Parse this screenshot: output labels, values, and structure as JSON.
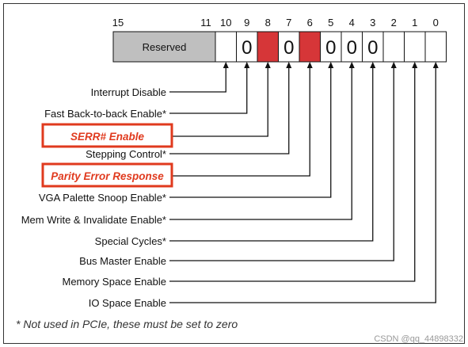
{
  "register": {
    "bit_numbers": [
      "15",
      "11",
      "10",
      "9",
      "8",
      "7",
      "6",
      "5",
      "4",
      "3",
      "2",
      "1",
      "0"
    ],
    "reserved_label": "Reserved",
    "cell_values": {
      "9": "0",
      "7": "0",
      "5": "0",
      "4": "0",
      "3": "0"
    },
    "highlight_bits": [
      8,
      6
    ],
    "highlight_color": "#d63638",
    "reserved_color": "#bfbfbf"
  },
  "fields": [
    {
      "bit": 10,
      "label": "Interrupt Disable",
      "highlight": false
    },
    {
      "bit": 9,
      "label": "Fast Back-to-back Enable*",
      "highlight": false
    },
    {
      "bit": 8,
      "label": "SERR# Enable",
      "highlight": true
    },
    {
      "bit": 7,
      "label": "Stepping Control*",
      "highlight": false
    },
    {
      "bit": 6,
      "label": "Parity Error Response",
      "highlight": true
    },
    {
      "bit": 5,
      "label": "VGA Palette Snoop Enable*",
      "highlight": false
    },
    {
      "bit": 4,
      "label": "Mem Write & Invalidate Enable*",
      "highlight": false
    },
    {
      "bit": 3,
      "label": "Special Cycles*",
      "highlight": false
    },
    {
      "bit": 2,
      "label": "Bus Master Enable",
      "highlight": false
    },
    {
      "bit": 1,
      "label": "Memory Space Enable",
      "highlight": false
    },
    {
      "bit": 0,
      "label": "IO Space Enable",
      "highlight": false
    }
  ],
  "footnote": "* Not used in PCIe, these must be set to zero",
  "watermark": "CSDN @qq_44898332",
  "colors": {
    "highlight_text": "#e03a1e",
    "highlight_box": "#e03a1e",
    "line": "#111111"
  }
}
